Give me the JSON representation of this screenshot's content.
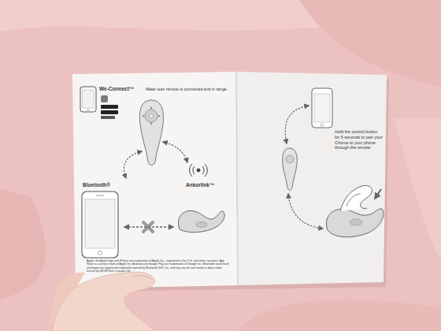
{
  "diagram": {
    "nodes": [
      {
        "text": [
          "We-Connect™"
        ]
      },
      {
        "text": [
          "Bluetooth®"
        ]
      },
      {
        "text": [
          "Ankorlink™"
        ]
      }
    ],
    "edges": [
      {
        "from": 1,
        "to": 2,
        "arrow": "both"
      }
    ],
    "labels": [
      "Make sure remote is connected and in range.",
      "Apple, the Apple logo and iPhone are trademarks of Apple Inc., registered in the U.S. and other countries. App Store is a service mark of Apple Inc. Android and Google Play are trademarks of Google Inc. Bluetooth word mark and logos are registered trademarks owned by Bluetooth SIG, Inc. and any use of such marks is done under license by WOW Tech Canada Ltd.",
      "Hold the control button for 5 seconds to pair your Chorus to your phone through the remote"
    ]
  }
}
